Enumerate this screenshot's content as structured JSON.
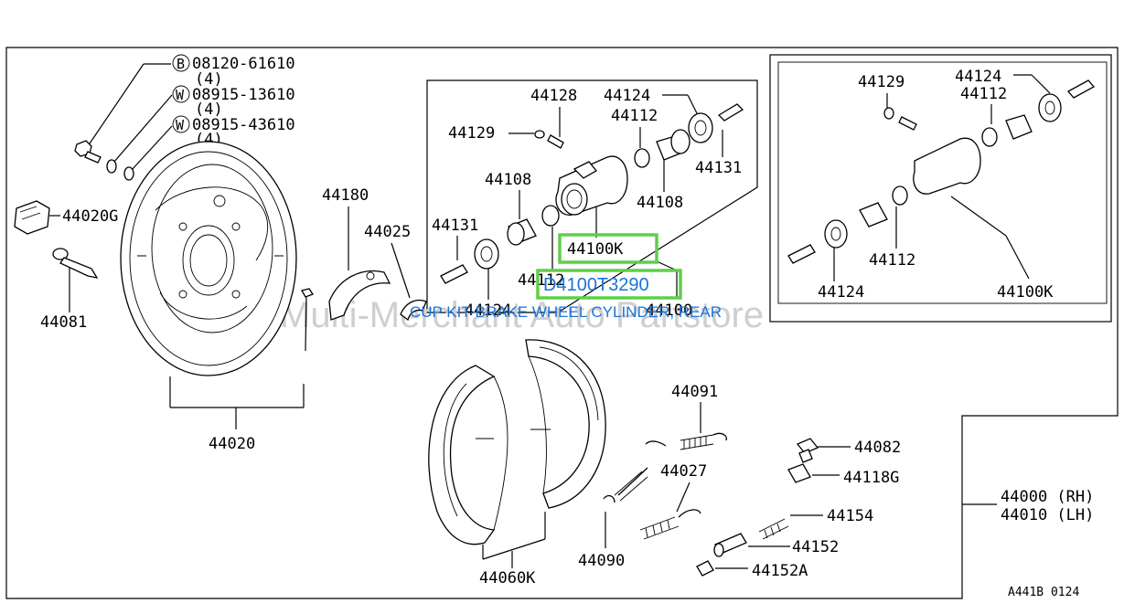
{
  "watermark": "Multi-Merchant Auto Partstore",
  "highlight": {
    "part_number": "D4100T3290",
    "description": "CUP KIT-BRAKE WHEEL CYLINDER, REAR",
    "callout": "44100K"
  },
  "fasteners": [
    {
      "symbol": "B",
      "number": "08120-61610",
      "qty": "(4)"
    },
    {
      "symbol": "W",
      "number": "08915-13610",
      "qty": "(4)"
    },
    {
      "symbol": "W",
      "number": "08915-43610",
      "qty": "(4)"
    }
  ],
  "labels": {
    "p44020G": "44020G",
    "p44081": "44081",
    "p44020": "44020",
    "p44180": "44180",
    "p44025": "44025",
    "d1_44128": "44128",
    "d1_44124": "44124",
    "d1_44129": "44129",
    "d1_44112a": "44112",
    "d1_44108a": "44108",
    "d1_44131a": "44131",
    "d1_44108b": "44108",
    "d1_44131b": "44131",
    "d1_44112b": "44112",
    "d1_44124b": "44124",
    "d1_44100": "44100",
    "d2_44129": "44129",
    "d2_44124a": "44124",
    "d2_44112a": "44112",
    "d2_44112b": "44112",
    "d2_44124b": "44124",
    "d2_44100K": "44100K",
    "p44091": "44091",
    "p44027": "44027",
    "p44090": "44090",
    "p44060K": "44060K",
    "p44082": "44082",
    "p44118G": "44118G",
    "p44154": "44154",
    "p44152": "44152",
    "p44152A": "44152A",
    "p44000": "44000 (RH)",
    "p44010": "44010 (LH)"
  },
  "diagram_code": "A441B 0124"
}
